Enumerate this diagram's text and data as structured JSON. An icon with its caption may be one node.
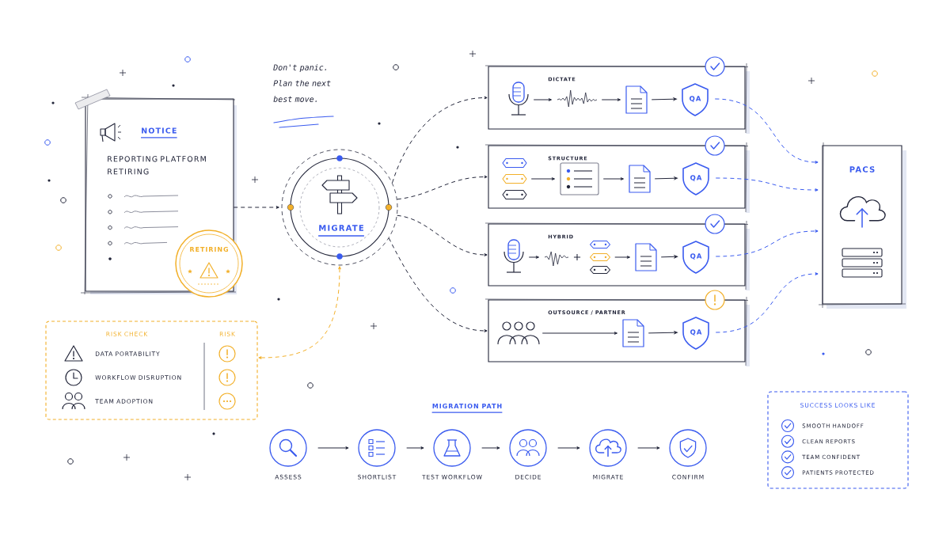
{
  "diagram": {
    "nodes": [
      {
        "text": [
          "NOTICE",
          "REPORTING PLATFORM RETIRING"
        ]
      },
      {
        "text": [
          "RETIRING"
        ]
      },
      {
        "text": [
          "MIGRATE"
        ]
      },
      {
        "text": [
          "DICTATE"
        ]
      },
      {
        "text": [],
        "shape": "picture",
        "in": 3
      },
      {
        "text": [],
        "shape": "picture",
        "in": 3
      },
      {
        "text": [],
        "shape": "picture",
        "in": 3
      },
      {
        "text": [
          "QA"
        ],
        "in": 3
      },
      {
        "text": [
          "STRUCTURE"
        ]
      },
      {
        "text": [],
        "shape": "picture",
        "in": 8
      },
      {
        "text": [],
        "shape": "picture",
        "in": 8
      },
      {
        "text": [],
        "shape": "picture",
        "in": 8
      },
      {
        "text": [
          "QA"
        ],
        "in": 8
      },
      {
        "text": [
          "HYBRID"
        ]
      },
      {
        "text": [],
        "shape": "picture",
        "in": 13
      },
      {
        "text": [],
        "shape": "picture",
        "in": 13
      },
      {
        "text": [],
        "shape": "picture",
        "in": 13
      },
      {
        "text": [],
        "shape": "picture",
        "in": 13
      },
      {
        "text": [
          "QA"
        ],
        "in": 13
      },
      {
        "text": [
          "OUTSOURCE / PARTNER"
        ]
      },
      {
        "text": [],
        "shape": "picture",
        "in": 19
      },
      {
        "text": [],
        "shape": "picture",
        "in": 19
      },
      {
        "text": [
          "QA"
        ],
        "in": 19
      },
      {
        "text": [
          "PACS"
        ]
      },
      {
        "text": [
          "RISK CHECK",
          "RISK",
          "DATA PORTABILITY",
          "WORKFLOW DISRUPTION",
          "TEAM ADOPTION"
        ]
      },
      {
        "text": [],
        "shape": "circle",
        "beside": [
          "ASSESS"
        ]
      },
      {
        "text": [],
        "shape": "circle",
        "beside": [
          "SHORTLIST"
        ]
      },
      {
        "text": [],
        "shape": "circle",
        "beside": [
          "TEST WORKFLOW"
        ]
      },
      {
        "text": [],
        "shape": "circle",
        "beside": [
          "DECIDE"
        ]
      },
      {
        "text": [],
        "shape": "circle",
        "beside": [
          "MIGRATE"
        ]
      },
      {
        "text": [],
        "shape": "circle",
        "beside": [
          "CONFIRM"
        ]
      },
      {
        "text": [
          "SUCCESS LOOKS LIKE",
          "SMOOTH HANDOFF",
          "CLEAN REPORTS",
          "TEAM CONFIDENT",
          "PATIENTS PROTECTED"
        ]
      }
    ],
    "edges": [
      {
        "from": 0,
        "to": 2,
        "arrow": "to",
        "style": "dashed"
      },
      {
        "from": 2,
        "to": 3,
        "arrow": "to",
        "style": "dashed"
      },
      {
        "from": 2,
        "to": 8,
        "arrow": "to",
        "style": "dashed"
      },
      {
        "from": 2,
        "to": 13,
        "arrow": "to",
        "style": "dashed"
      },
      {
        "from": 2,
        "to": 19,
        "arrow": "to",
        "style": "dashed"
      },
      {
        "from": 2,
        "to": 24,
        "arrow": "both",
        "style": "dashed",
        "color": "#f2b02a"
      },
      {
        "from": 4,
        "to": 5,
        "arrow": "to"
      },
      {
        "from": 5,
        "to": 6,
        "arrow": "to"
      },
      {
        "from": 6,
        "to": 7,
        "arrow": "to"
      },
      {
        "from": 9,
        "to": 10,
        "arrow": "to"
      },
      {
        "from": 10,
        "to": 11,
        "arrow": "to"
      },
      {
        "from": 11,
        "to": 12,
        "arrow": "to"
      },
      {
        "from": 14,
        "to": 15,
        "arrow": "to"
      },
      {
        "from": 16,
        "to": 17,
        "arrow": "to"
      },
      {
        "from": 17,
        "to": 18,
        "arrow": "to"
      },
      {
        "from": 20,
        "to": 21,
        "arrow": "to"
      },
      {
        "from": 21,
        "to": 22,
        "arrow": "to"
      },
      {
        "from": 7,
        "to": 23,
        "arrow": "to",
        "style": "dashed",
        "color": "#3a5bef"
      },
      {
        "from": 12,
        "to": 23,
        "arrow": "to",
        "style": "dashed",
        "color": "#3a5bef"
      },
      {
        "from": 18,
        "to": 23,
        "arrow": "to",
        "style": "dashed",
        "color": "#3a5bef"
      },
      {
        "from": 22,
        "to": 23,
        "arrow": "to",
        "style": "dashed",
        "color": "#3a5bef"
      },
      {
        "from": 25,
        "to": 26,
        "arrow": "to"
      },
      {
        "from": 26,
        "to": 27,
        "arrow": "to"
      },
      {
        "from": 27,
        "to": 28,
        "arrow": "to"
      },
      {
        "from": 28,
        "to": 29,
        "arrow": "to"
      },
      {
        "from": 29,
        "to": 30,
        "arrow": "to"
      }
    ],
    "labels": [
      "Don't panic. Plan the next best move.",
      "+",
      "MIGRATION PATH"
    ]
  }
}
